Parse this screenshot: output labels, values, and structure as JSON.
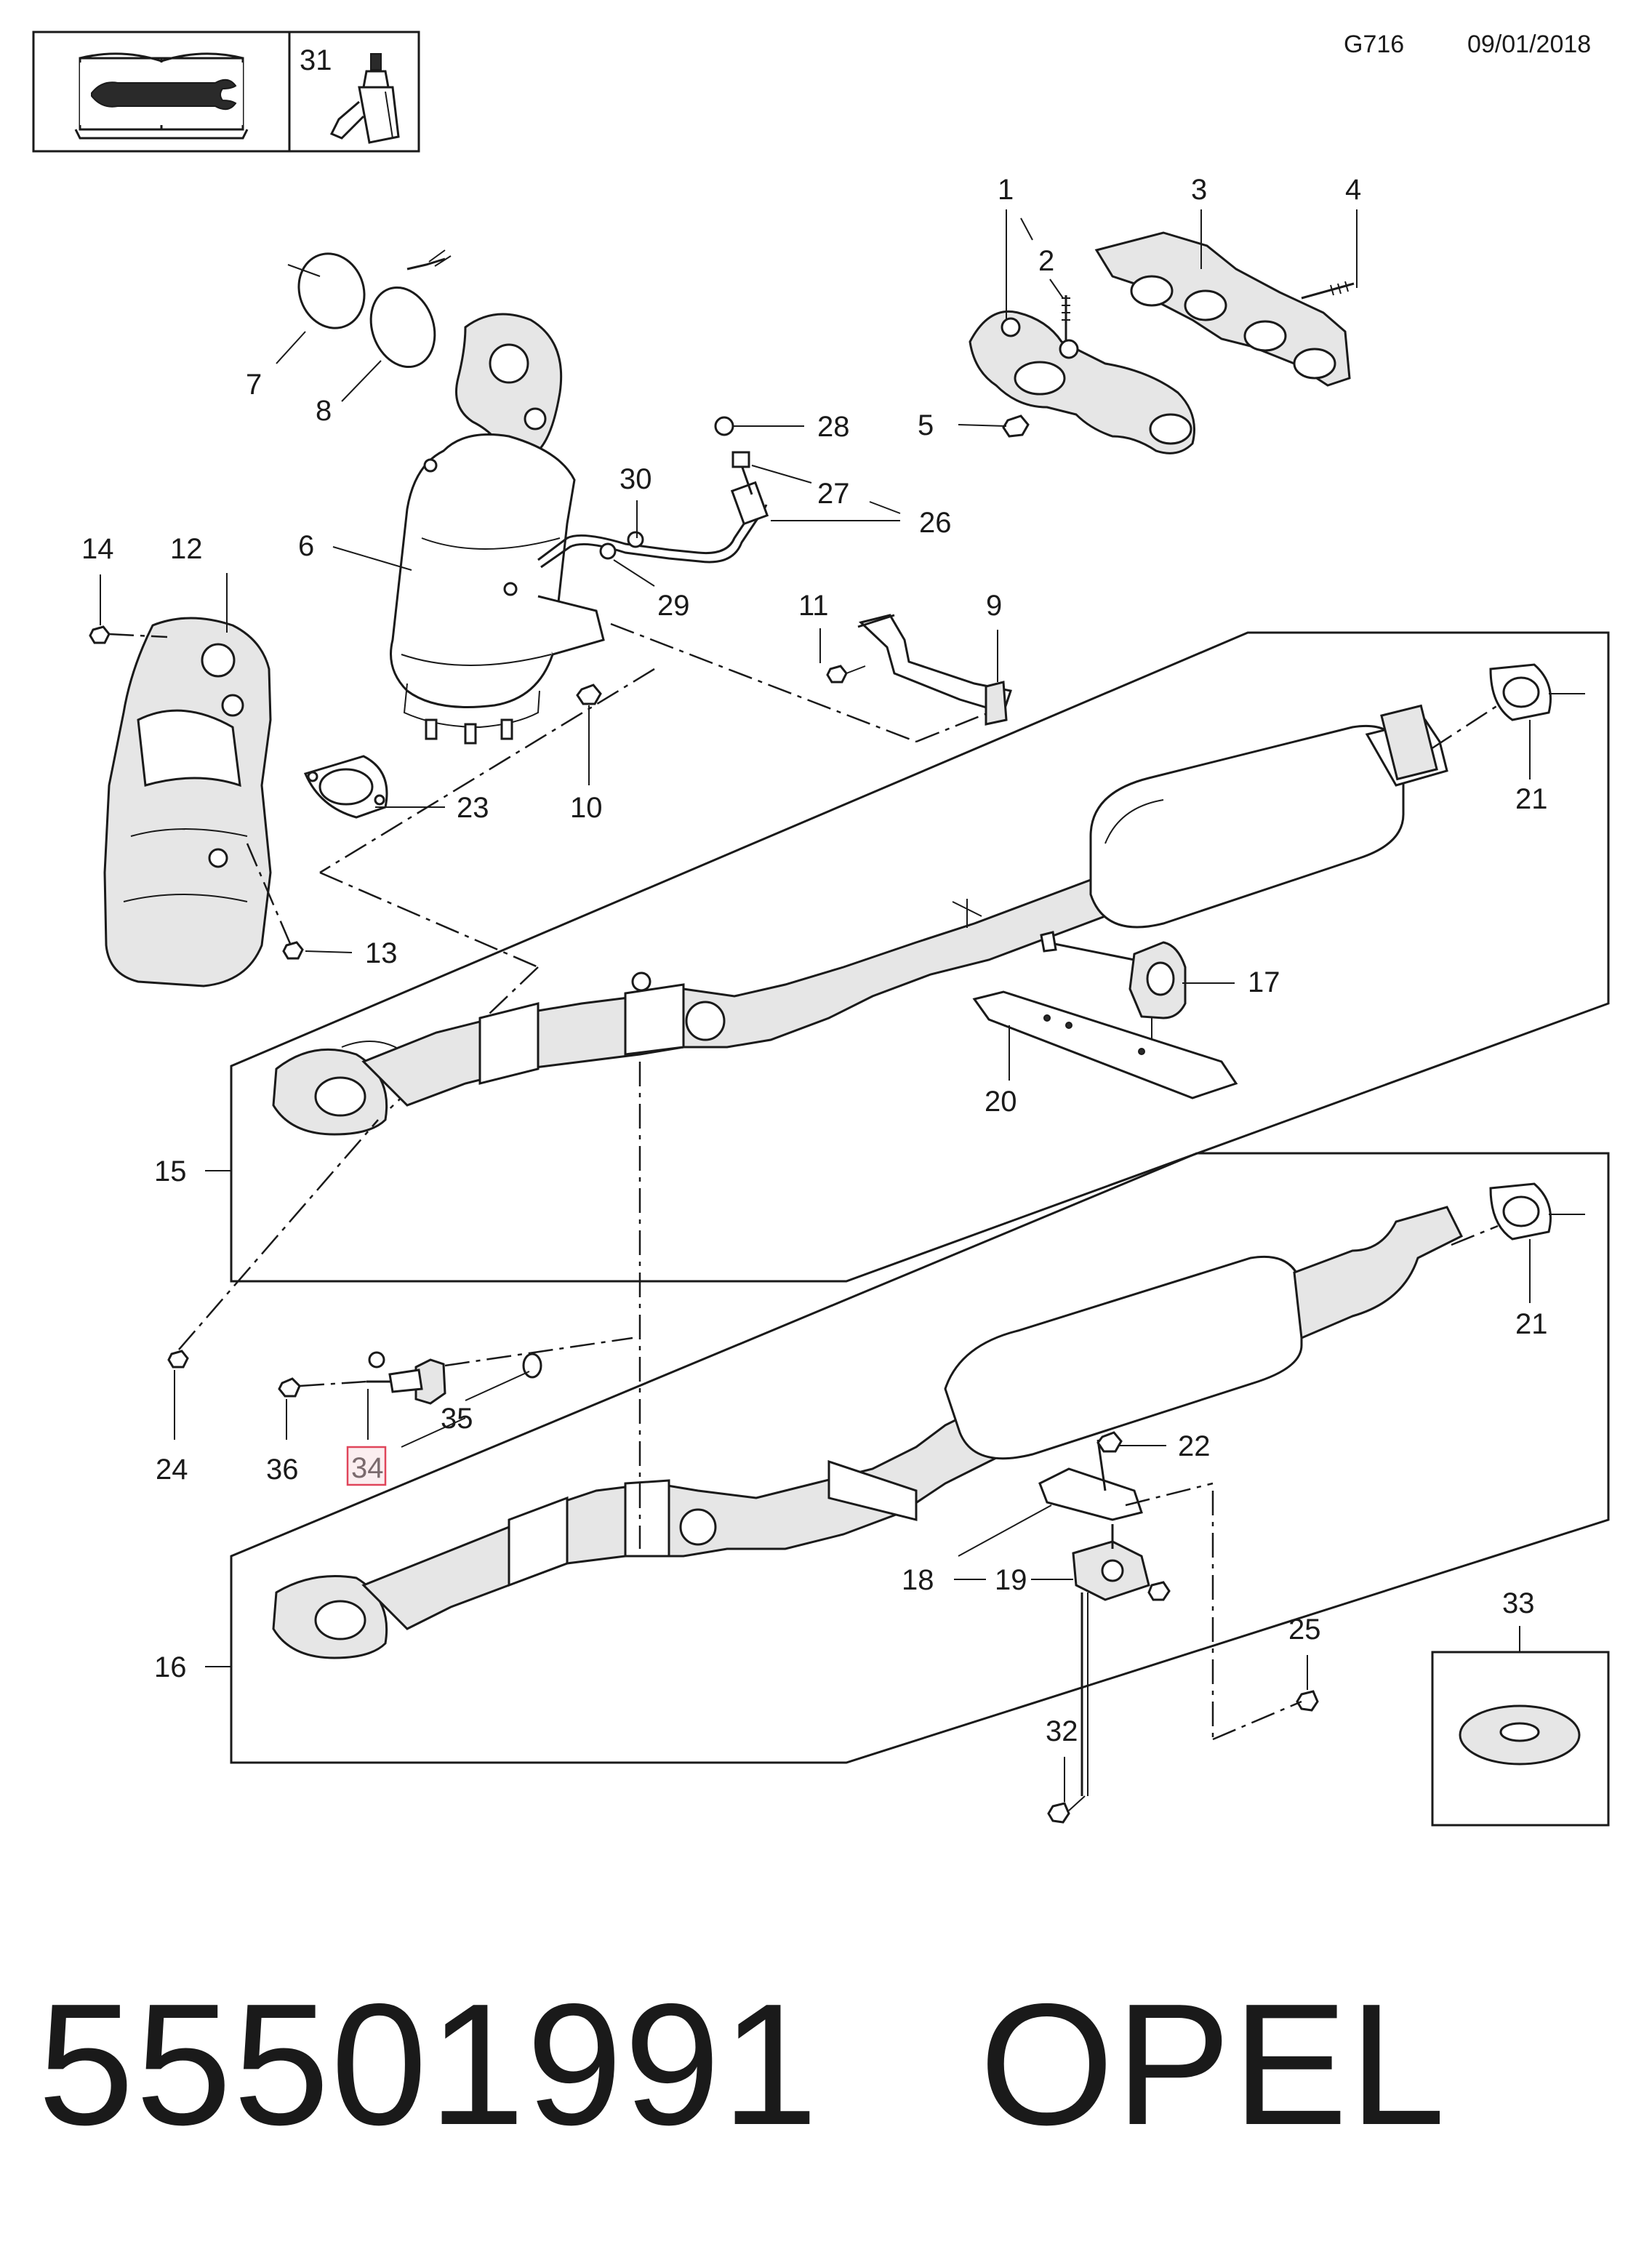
{
  "header": {
    "diagram_code": "G716",
    "date": "09/01/2018",
    "tool_box_label": "31"
  },
  "callouts": {
    "c1": "1",
    "c2": "2",
    "c3": "3",
    "c4": "4",
    "c5": "5",
    "c6": "6",
    "c7": "7",
    "c8": "8",
    "c9": "9",
    "c10": "10",
    "c11": "11",
    "c12": "12",
    "c13": "13",
    "c14": "14",
    "c15": "15",
    "c16": "16",
    "c17": "17",
    "c18": "18",
    "c19": "19",
    "c20": "20",
    "c21a": "21",
    "c21b": "21",
    "c22": "22",
    "c23": "23",
    "c24": "24",
    "c25": "25",
    "c26": "26",
    "c27": "27",
    "c28": "28",
    "c29": "29",
    "c30": "30",
    "c32": "32",
    "c33": "33",
    "c34": "34",
    "c35": "35",
    "c36": "36"
  },
  "highlight": {
    "callout": "34",
    "color": "#e0455a"
  },
  "footer": {
    "part_number": "55501991",
    "brand": "OPEL"
  }
}
